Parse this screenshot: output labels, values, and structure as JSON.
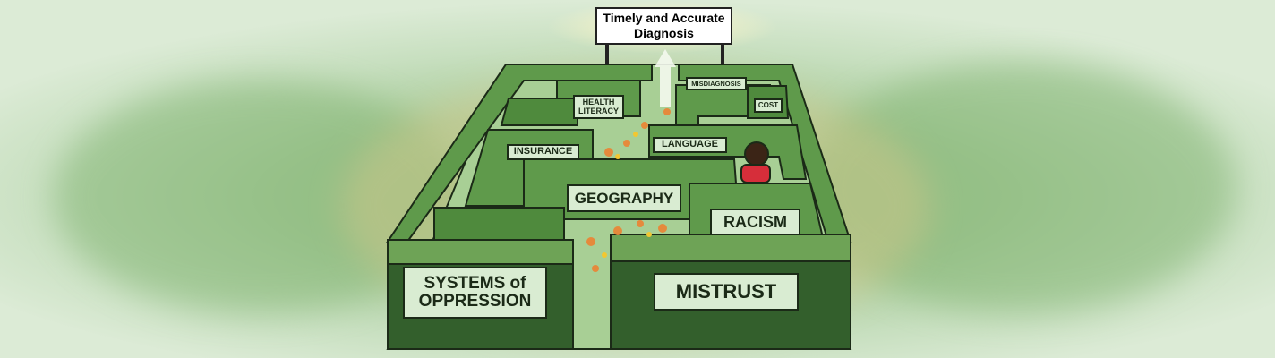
{
  "sign": {
    "line1": "Timely and Accurate",
    "line2": "Diagnosis"
  },
  "barriers": {
    "health_literacy": {
      "line1": "HEALTH",
      "line2": "LITERACY"
    },
    "misdiagnosis": "MISDIAGNOSIS",
    "cost": "COST",
    "insurance": "INSURANCE",
    "language": "LANGUAGE",
    "geography": "GEOGRAPHY",
    "racism": "RACISM",
    "systems_of_oppression": {
      "line1": "SYSTEMS of",
      "line2": "OPPRESSION"
    },
    "mistrust": "MISTRUST"
  },
  "colors": {
    "hedge_top": "#5f9a4b",
    "hedge_side": "#335f2c",
    "path": "#a8cf95",
    "person": "#d62e3a"
  }
}
